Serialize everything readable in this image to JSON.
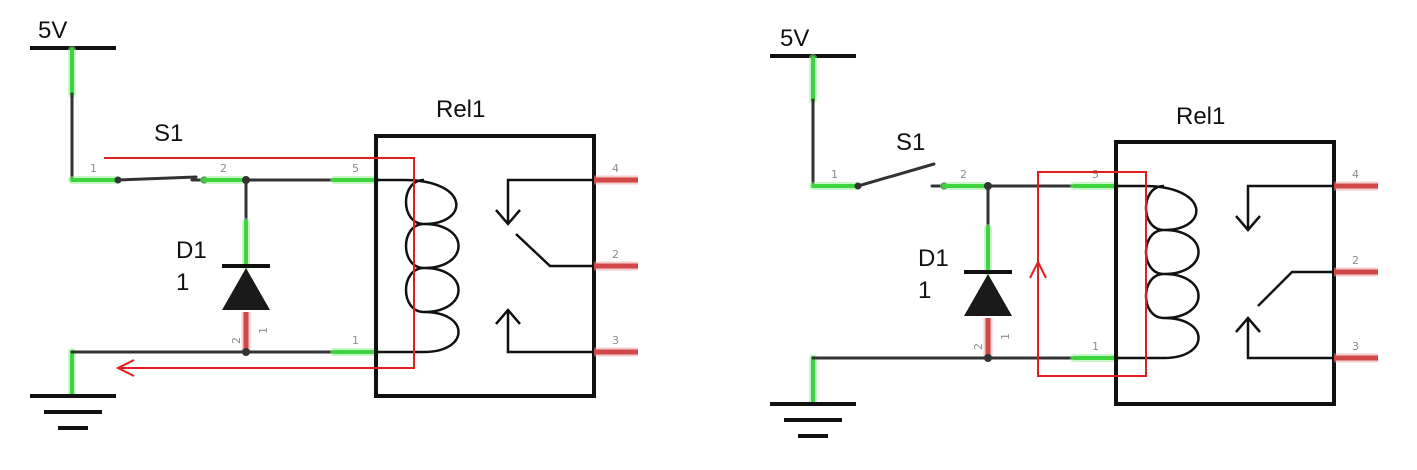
{
  "circuits": [
    {
      "supply_label": "5V",
      "switch_label": "S1",
      "switch_pins": [
        "1",
        "2"
      ],
      "diode_label": "D1",
      "diode_value": "1",
      "diode_pins": [
        "2",
        "1"
      ],
      "relay_label": "Rel1",
      "relay_pins": {
        "coil_top": "5",
        "coil_bottom": "1",
        "out_top": "4",
        "out_mid": "2",
        "out_bottom": "3"
      },
      "switch_state": "closed",
      "current_path_color": "#e02020"
    },
    {
      "supply_label": "5V",
      "switch_label": "S1",
      "switch_pins": [
        "1",
        "2"
      ],
      "diode_label": "D1",
      "diode_value": "1",
      "diode_pins": [
        "2",
        "1"
      ],
      "relay_label": "Rel1",
      "relay_pins": {
        "coil_top": "5",
        "coil_bottom": "1",
        "out_top": "4",
        "out_mid": "2",
        "out_bottom": "3"
      },
      "switch_state": "open",
      "current_path_color": "#e02020"
    }
  ],
  "colors": {
    "wire": "#333333",
    "connected": "#3fd43f",
    "unconnected_pin": "#d04848"
  }
}
